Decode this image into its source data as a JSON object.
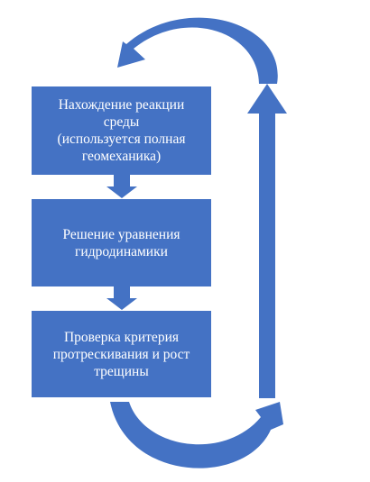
{
  "colors": {
    "box_fill": "#4472c4",
    "box_text": "#ffffff",
    "arrow_fill": "#4472c4",
    "background": "#ffffff"
  },
  "steps": [
    {
      "text": "Нахождение реакции\nсреды\n(используется полная\nгеомеханика)"
    },
    {
      "text": "Решение уравнения\nгидродинамики"
    },
    {
      "text": "Проверка критерия\nпротрескивания и рост\nтрещины"
    }
  ],
  "connectors": [
    {
      "name": "arrow-step1-to-step2",
      "shape": "arrow-down"
    },
    {
      "name": "arrow-step2-to-step3",
      "shape": "arrow-down"
    },
    {
      "name": "arrow-loop-bottom",
      "shape": "curved-arrow-right-up"
    },
    {
      "name": "arrow-loop-right",
      "shape": "arrow-up"
    },
    {
      "name": "arrow-loop-top",
      "shape": "curved-arrow-left-down"
    }
  ]
}
